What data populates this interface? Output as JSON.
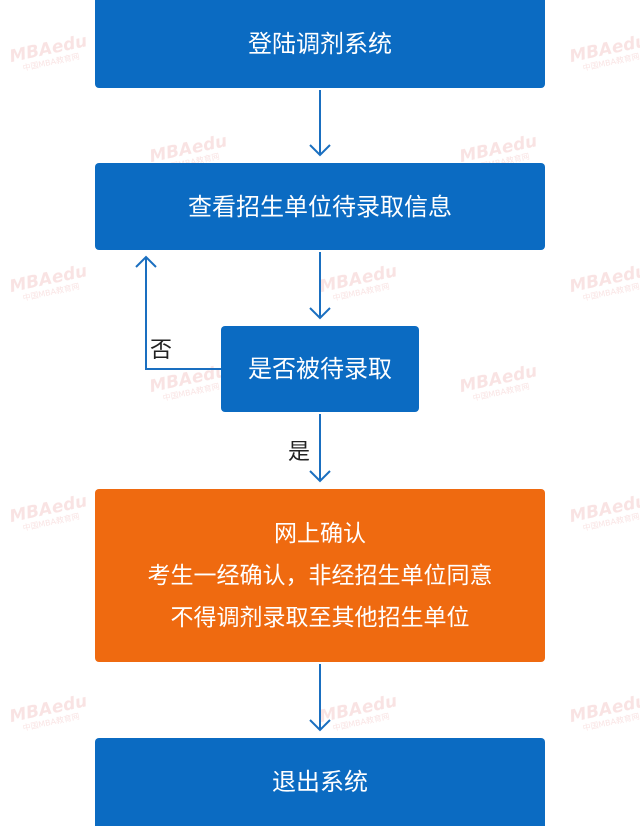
{
  "flow": {
    "step1": "登陆调剂系统",
    "step2": "查看招生单位待录取信息",
    "decision": "是否被待录取",
    "step3": {
      "lines": [
        "网上确认",
        "考生一经确认，非经招生单位同意",
        "不得调剂录取至其他招生单位"
      ]
    },
    "step4": "退出系统",
    "branch_no": "否",
    "branch_yes": "是"
  },
  "colors": {
    "box_blue": "#0b6bc2",
    "box_orange": "#ef6a10",
    "connector": "#1a6fc0"
  },
  "watermark": {
    "logo_text": "MBAedu",
    "sub_text": "中国MBA教育网"
  }
}
